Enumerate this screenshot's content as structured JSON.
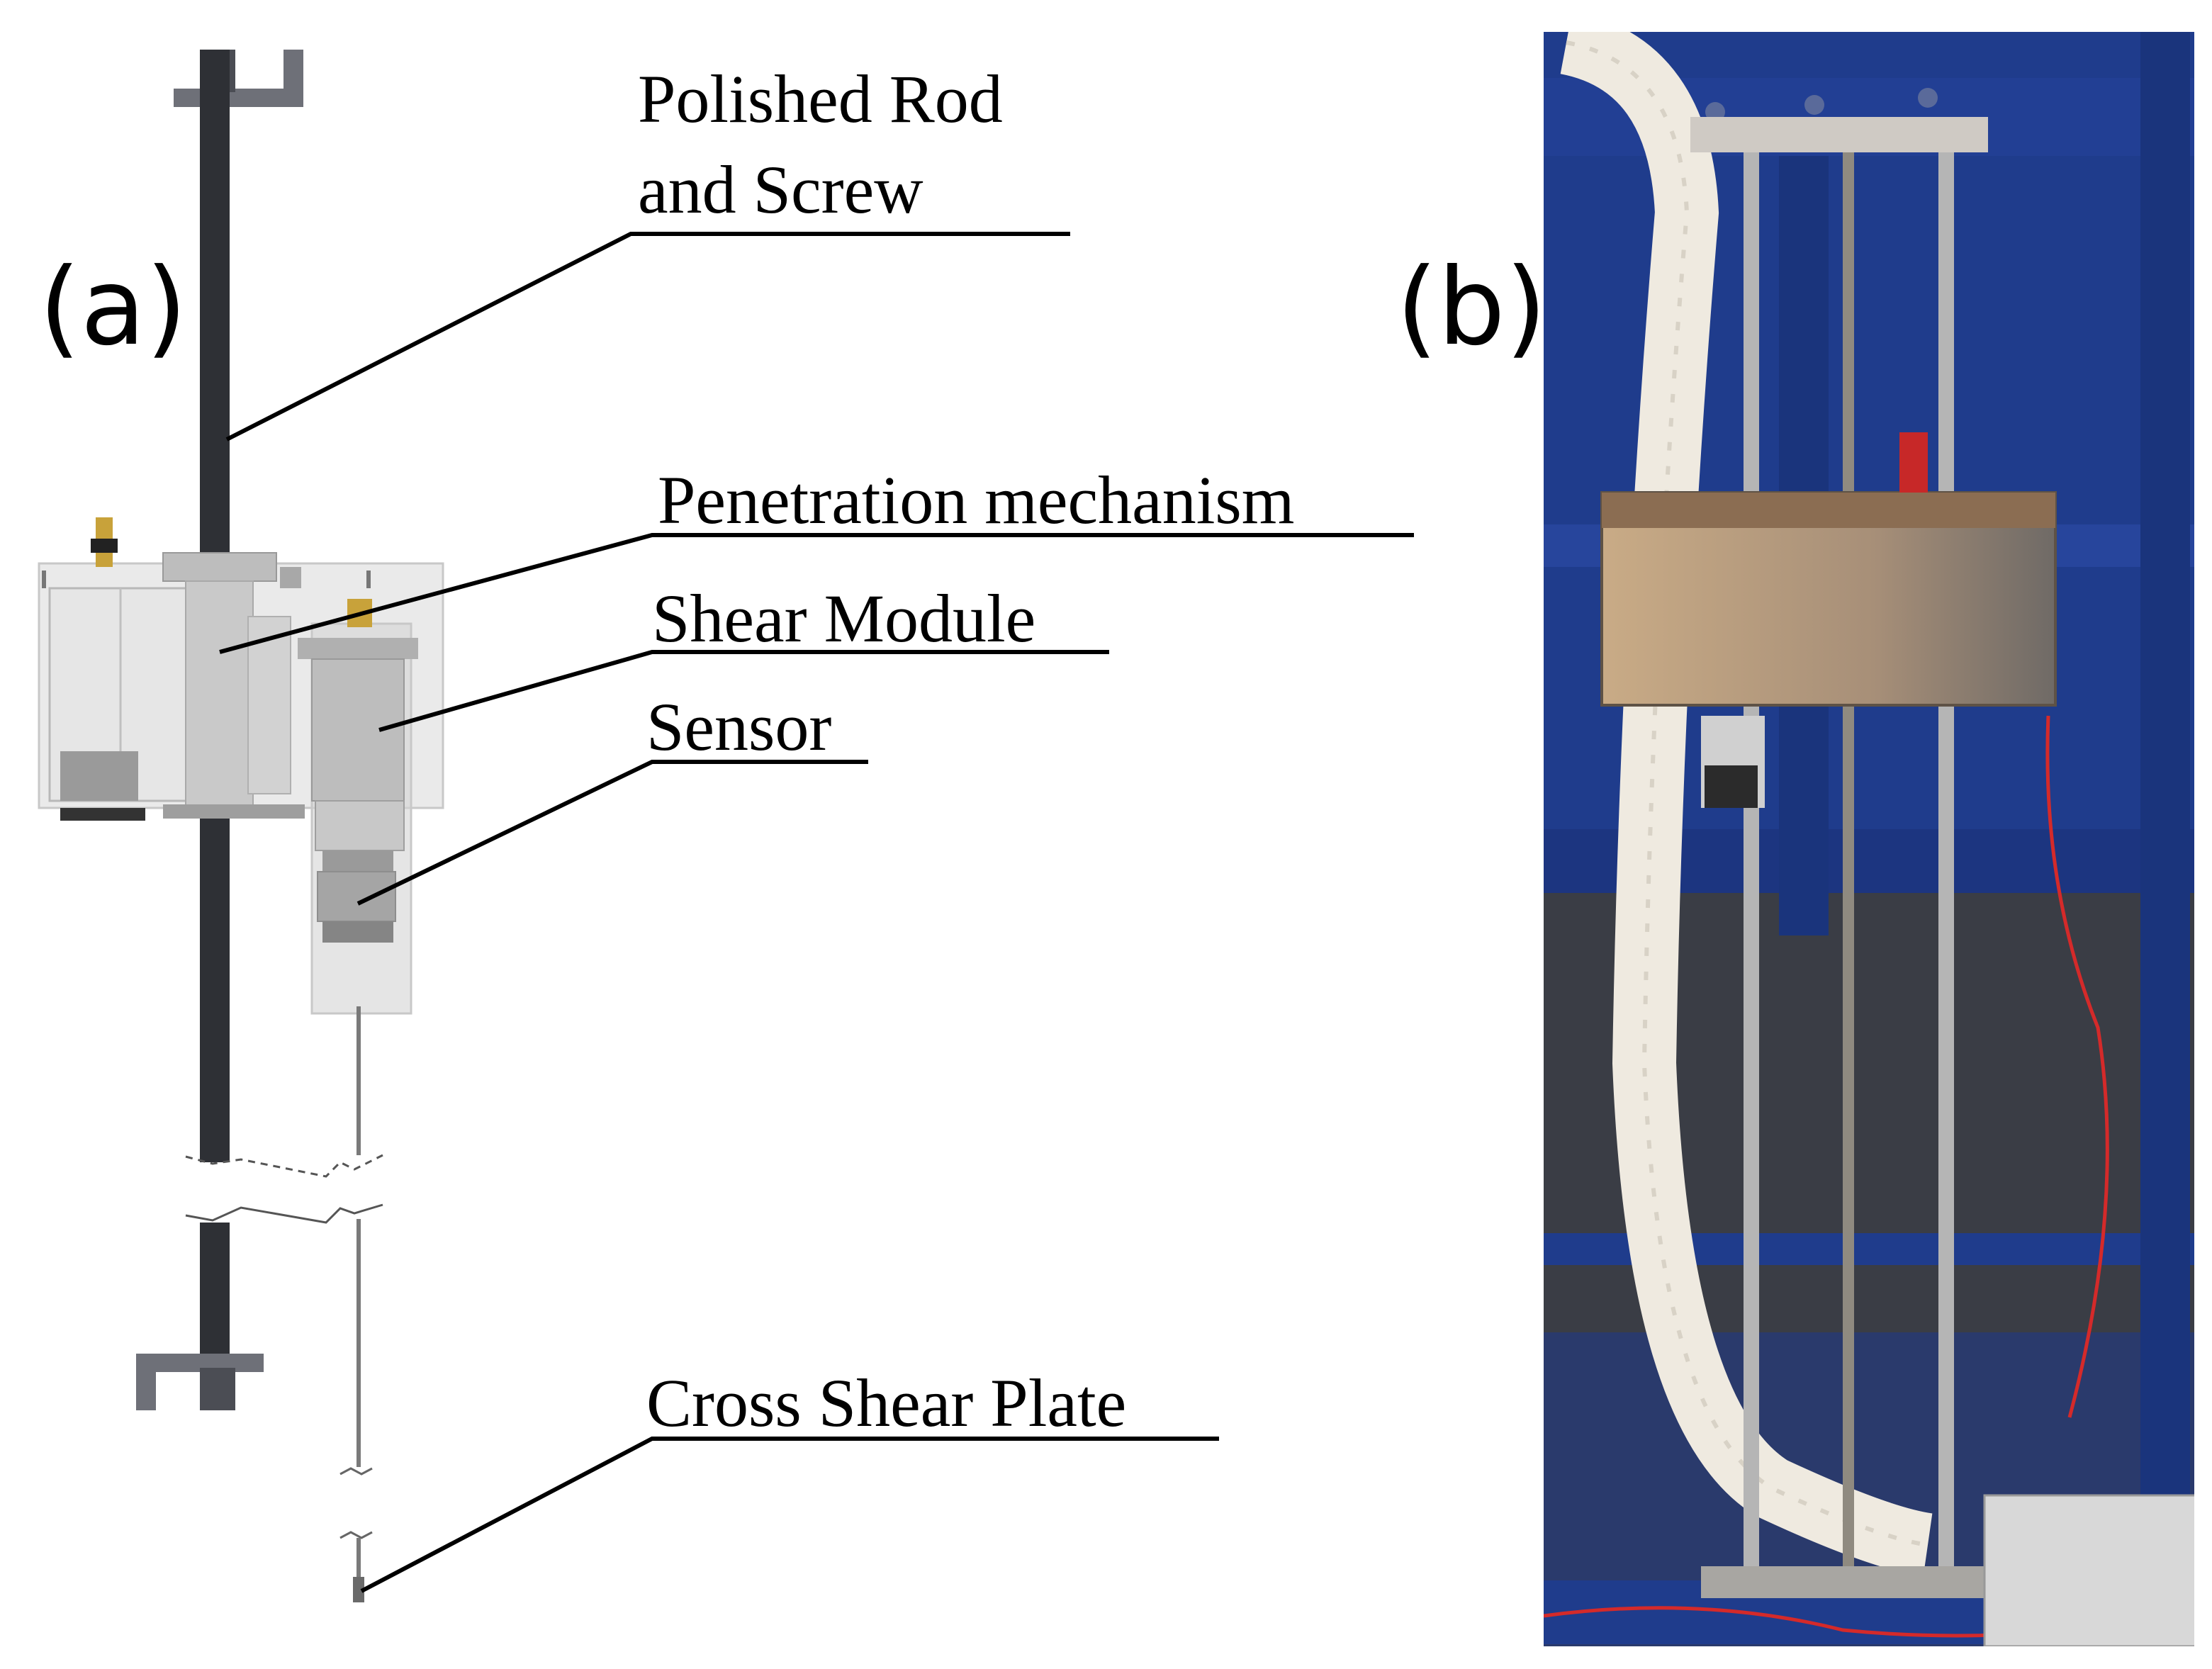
{
  "figure": {
    "panel_a_label": "(a)",
    "panel_b_label": "(b)",
    "callouts": {
      "polished_rod_line1": "Polished Rod",
      "polished_rod_line2": "and Screw",
      "penetration": "Penetration mechanism",
      "shear_module": "Shear Module",
      "sensor": "Sensor",
      "cross_shear_plate": "Cross Shear Plate"
    }
  },
  "colors": {
    "rod_dark": "#2e3035",
    "housing_translucent": "#d9d9d9",
    "frame_blue": "#1f3c8c",
    "cable_white": "#efeae0",
    "box_tan": "#c9ab86",
    "steel": "#b5b5b5",
    "wire_red": "#d42a2a"
  }
}
